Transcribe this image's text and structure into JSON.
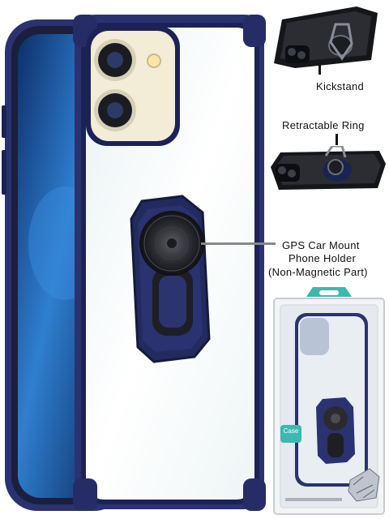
{
  "product": {
    "case_color": "#2a3270",
    "case_color_dark": "#1c2256",
    "ring_color": "#1e1f24",
    "phone_screen": "#1f5fae",
    "camera_module": "#f3ecd6"
  },
  "callouts": {
    "kickstand": "Kickstand",
    "retractable_ring": "Retractable Ring",
    "gps_mount": [
      "GPS Car Mount",
      "Phone Holder",
      "(Non-Magnetic Part)"
    ]
  },
  "package": {
    "brand_badge": "Case",
    "accent_color": "#3db8b0"
  }
}
